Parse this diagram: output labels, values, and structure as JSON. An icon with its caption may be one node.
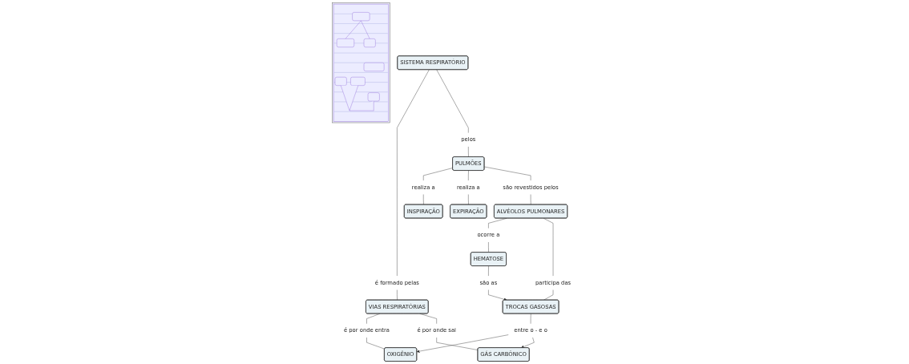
{
  "diagram": {
    "nodes": [
      {
        "text": [],
        "shape": "picture"
      },
      {
        "text": [
          "SISTEMA RESPIRATÓRIO"
        ]
      },
      {
        "text": [
          "é formado pelas"
        ]
      },
      {
        "text": [
          "pelos"
        ]
      },
      {
        "text": [
          "VIAS RESPIRATÓRIAS"
        ]
      },
      {
        "text": [
          "realiza a"
        ]
      },
      {
        "text": [
          "PULMÕES"
        ]
      },
      {
        "text": [
          "realiza a"
        ]
      },
      {
        "text": [
          "é por onde entra"
        ]
      },
      {
        "text": [
          "é por onde sai"
        ]
      },
      {
        "text": [
          "INSPIRAÇÃO"
        ]
      },
      {
        "text": [
          "são revestidos pelos"
        ]
      },
      {
        "text": [
          "EXPIRAÇÃO"
        ]
      },
      {
        "text": [
          "OXIGÊNIO"
        ]
      },
      {
        "text": [
          "GÁS CARBÔNICO"
        ]
      },
      {
        "text": [
          "ocorre a"
        ]
      },
      {
        "text": [
          "ALVÉOLOS PULMONARES"
        ]
      },
      {
        "text": [
          "HEMATOSE"
        ]
      },
      {
        "text": [
          "participa das"
        ]
      },
      {
        "text": [
          "são as"
        ]
      },
      {
        "text": [
          "entre o - e o"
        ]
      },
      {
        "text": [
          "TROCAS GASOSAS"
        ]
      }
    ],
    "edges": [
      {
        "from": 1,
        "to": 2,
        "arrow": "none"
      },
      {
        "from": 2,
        "to": 4,
        "arrow": "none"
      },
      {
        "from": 1,
        "to": 3,
        "arrow": "none"
      },
      {
        "from": 3,
        "to": 6,
        "arrow": "none"
      },
      {
        "from": 4,
        "to": 8,
        "arrow": "none"
      },
      {
        "from": 8,
        "to": 13,
        "arrow": "none"
      },
      {
        "from": 4,
        "to": 9,
        "arrow": "none"
      },
      {
        "from": 9,
        "to": 14,
        "arrow": "none"
      },
      {
        "from": 6,
        "to": 5,
        "arrow": "none"
      },
      {
        "from": 5,
        "to": 10,
        "arrow": "none"
      },
      {
        "from": 6,
        "to": 7,
        "arrow": "none"
      },
      {
        "from": 7,
        "to": 12,
        "arrow": "none"
      },
      {
        "from": 6,
        "to": 11,
        "arrow": "none"
      },
      {
        "from": 11,
        "to": 16,
        "arrow": "none"
      },
      {
        "from": 16,
        "to": 15,
        "arrow": "none"
      },
      {
        "from": 15,
        "to": 17,
        "arrow": "none"
      },
      {
        "from": 16,
        "to": 18,
        "arrow": "none"
      },
      {
        "from": 18,
        "to": 21,
        "arrow": "none"
      },
      {
        "from": 17,
        "to": 19,
        "arrow": "none"
      },
      {
        "from": 19,
        "to": 21,
        "arrow": "to"
      },
      {
        "from": 21,
        "to": 20,
        "arrow": "none"
      },
      {
        "from": 20,
        "to": 13,
        "arrow": "to"
      },
      {
        "from": 20,
        "to": 14,
        "arrow": "to"
      }
    ]
  }
}
